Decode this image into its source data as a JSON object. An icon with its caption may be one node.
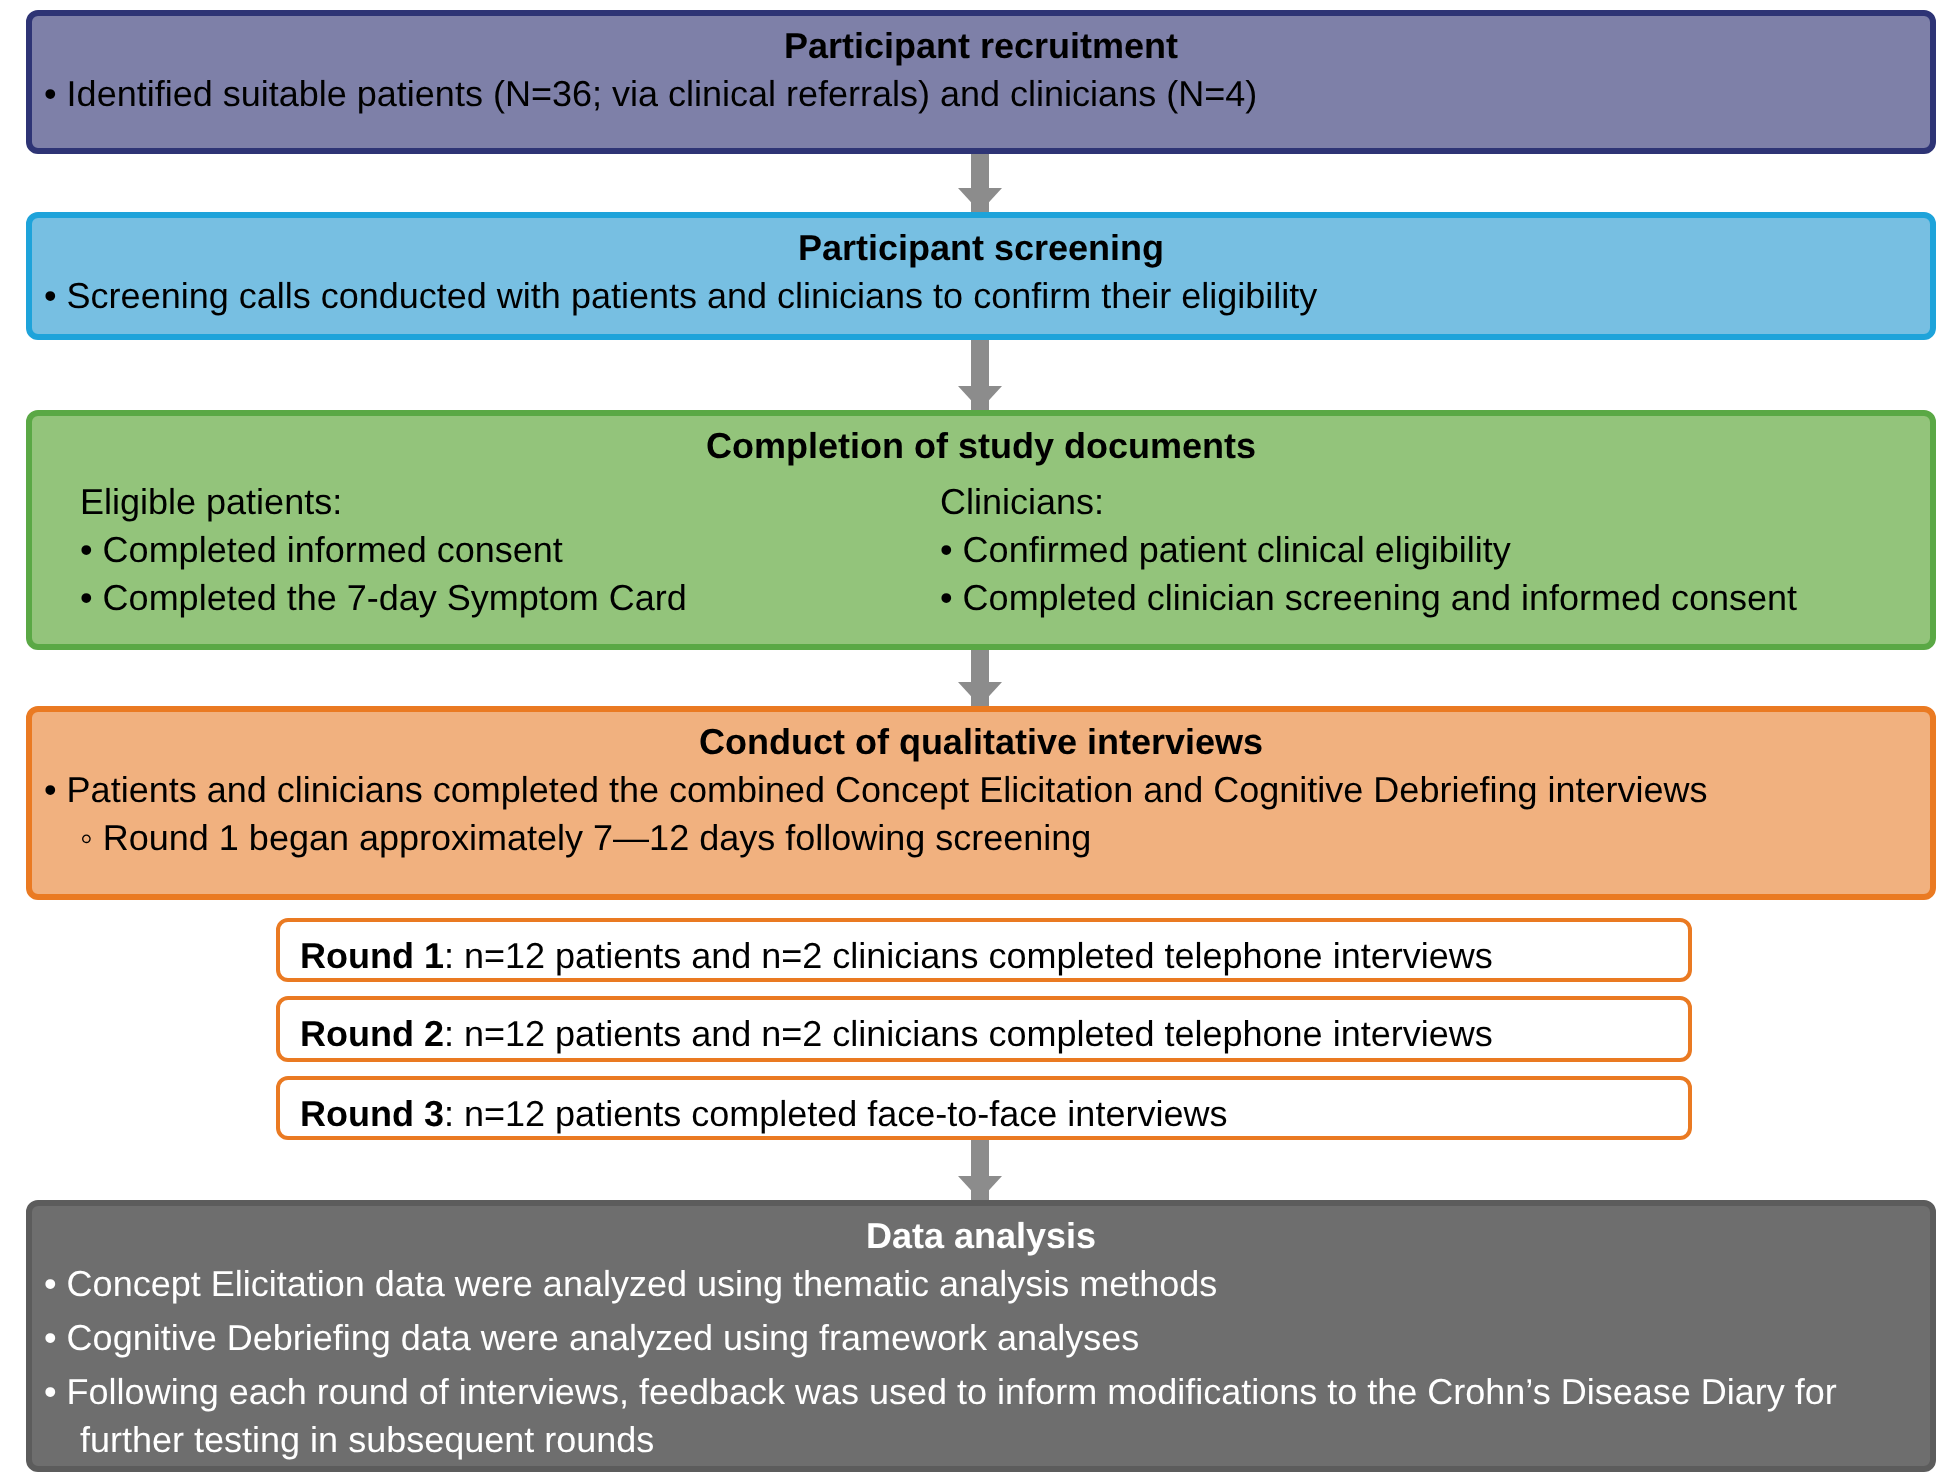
{
  "diagram": {
    "nodes": [
      {
        "text": [
          "Participant recruitment",
          "• Identified suitable patients (N=36; via clinical referrals) and clinicians (N=4)"
        ]
      },
      {
        "text": [
          "Participant screening",
          "• Screening calls conducted with patients and clinicians to confirm their eligibility"
        ]
      },
      {
        "text": [
          "Completion of study documents",
          "Eligible patients:",
          "• Completed informed consent",
          "• Completed the 7-day Symptom Card",
          "Clinicians:",
          "• Confirmed patient clinical eligibility",
          "• Completed clinician screening and informed consent"
        ]
      },
      {
        "text": [
          "Conduct of qualitative interviews",
          "• Patients and clinicians completed the combined Concept Elicitation and Cognitive Debriefing interviews",
          "◦ Round 1 began approximately 7—12 days following screening"
        ]
      },
      {
        "text": [
          "**Round 1**: n=12 patients and n=2 clinicians completed telephone interviews"
        ]
      },
      {
        "text": [
          "**Round 2**: n=12 patients and n=2 clinicians completed telephone interviews"
        ]
      },
      {
        "text": [
          "**Round 3**: n=12 patients completed face-to-face interviews"
        ]
      },
      {
        "text": [
          "Data analysis",
          "• Concept Elicitation data were analyzed using thematic analysis methods",
          "• Cognitive Debriefing data were analyzed using framework analyses",
          "• Following each round of interviews, feedback was used to inform modifications to the Crohn’s Disease Diary for further testing in subsequent rounds"
        ]
      }
    ],
    "edges": [
      {
        "from": 0,
        "to": 1,
        "arrow": "to"
      },
      {
        "from": 1,
        "to": 2,
        "arrow": "to"
      },
      {
        "from": 2,
        "to": 3,
        "arrow": "to"
      },
      {
        "from": 6,
        "to": 7,
        "arrow": "to"
      }
    ]
  }
}
